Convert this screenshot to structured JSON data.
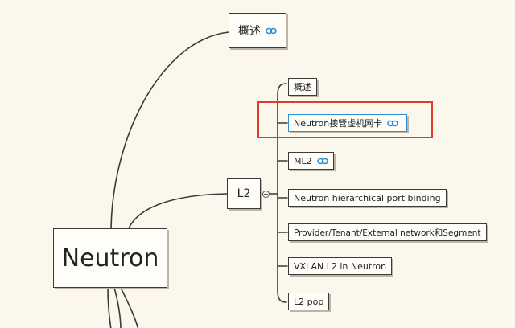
{
  "mindmap": {
    "root": {
      "label": "Neutron"
    },
    "top_topic": {
      "label": "概述",
      "has_link": true
    },
    "l2": {
      "label": "L2",
      "children": [
        {
          "label": "概述",
          "has_link": false
        },
        {
          "label": "Neutron接管虚机网卡",
          "has_link": true,
          "selected": true
        },
        {
          "label": "ML2",
          "has_link": true
        },
        {
          "label": "Neutron hierarchical port binding",
          "has_link": false
        },
        {
          "label": "Provider/Tenant/External network和Segment",
          "has_link": false
        },
        {
          "label": "VXLAN L2 in Neutron",
          "has_link": false
        },
        {
          "label": "L2 pop",
          "has_link": false
        }
      ]
    }
  },
  "colors": {
    "background": "#fbf7ec",
    "line": "#3a3a3a",
    "link_icon": "#2b8fd1",
    "highlight": "#e23a2c",
    "selected_border": "#2b8fd1"
  },
  "icons": {
    "link": "link-icon",
    "collapse": "collapse-icon"
  }
}
